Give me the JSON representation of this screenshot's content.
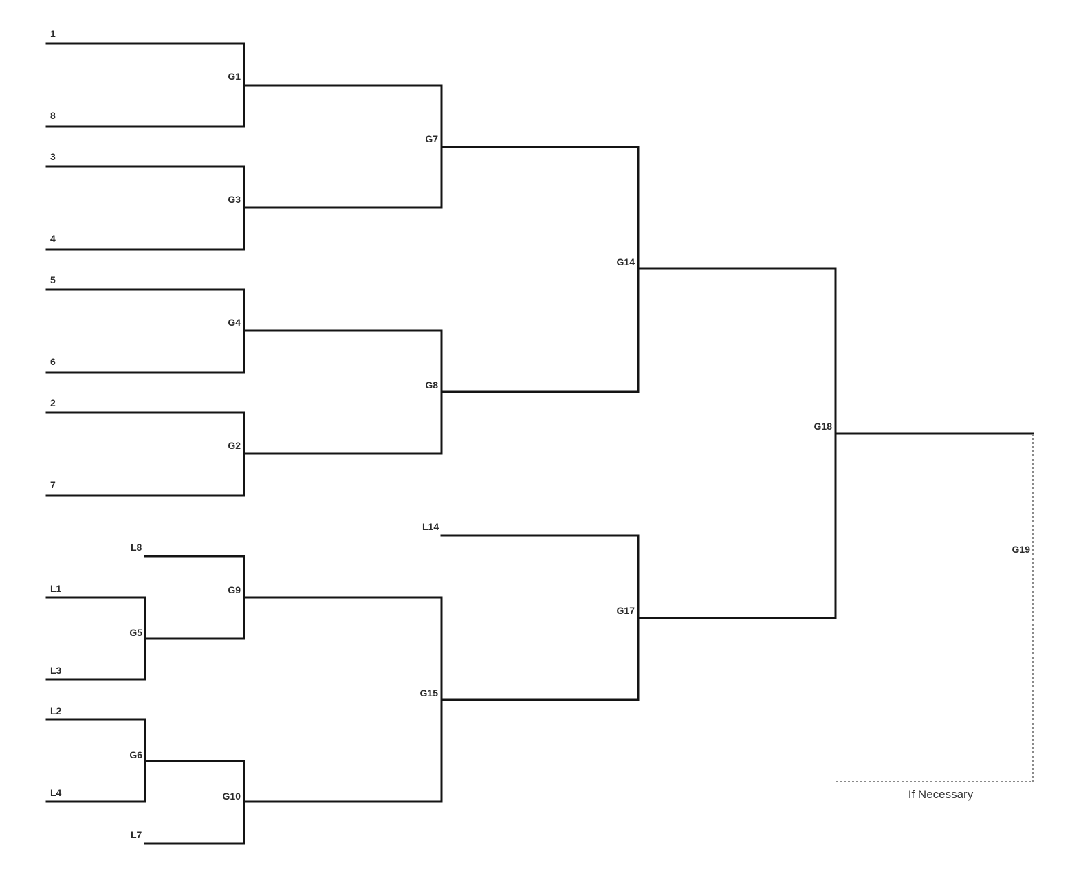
{
  "seeds": [
    "1",
    "8",
    "3",
    "4",
    "5",
    "6",
    "2",
    "7"
  ],
  "losers_entries": [
    "L8",
    "L1",
    "L3",
    "L2",
    "L4",
    "L7",
    "L14"
  ],
  "games": {
    "g1": "G1",
    "g3": "G3",
    "g4": "G4",
    "g2": "G2",
    "g7": "G7",
    "g8": "G8",
    "g14": "G14",
    "g5": "G5",
    "g6": "G6",
    "g9": "G9",
    "g10": "G10",
    "g15": "G15",
    "g17": "G17",
    "g18": "G18",
    "g19": "G19"
  },
  "if_necessary_label": "If Necessary"
}
